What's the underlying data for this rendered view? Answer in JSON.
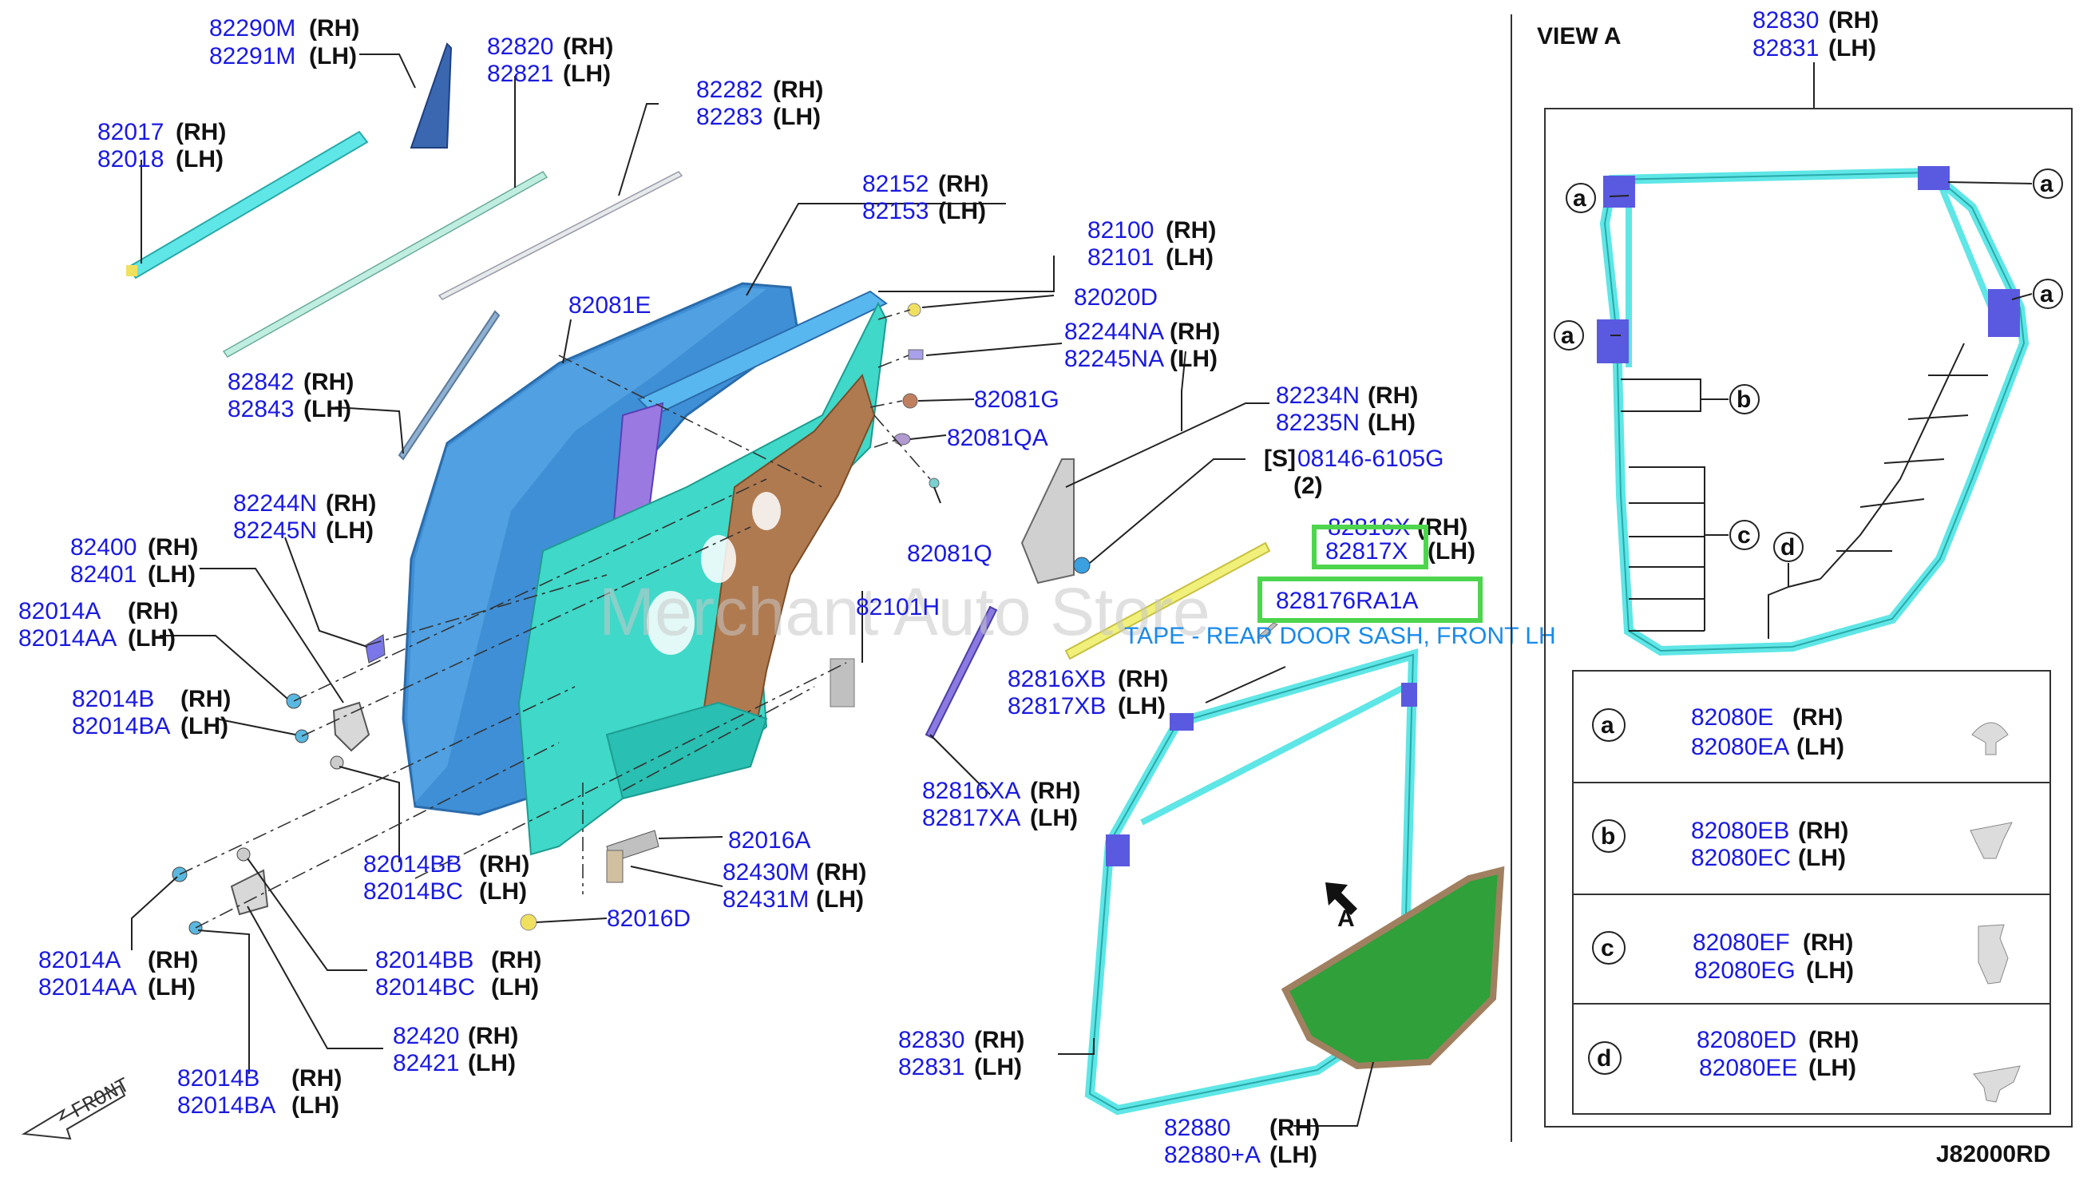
{
  "diagram": {
    "view_title": "VIEW A",
    "drawing_code": "J82000RD",
    "front_label": "FRONT",
    "view_arrow_letter": "A",
    "watermark": "Merchant Auto Store",
    "caption": "TAPE - REAR DOOR SASH, FRONT LH",
    "callouts": [
      {
        "id": "c1",
        "parts": [
          "82290M",
          "82291M"
        ],
        "sides": [
          "(RH)",
          "(LH)"
        ]
      },
      {
        "id": "c2",
        "parts": [
          "82820",
          "82821"
        ],
        "sides": [
          "(RH)",
          "(LH)"
        ]
      },
      {
        "id": "c3",
        "parts": [
          "82282",
          "82283"
        ],
        "sides": [
          "(RH)",
          "(LH)"
        ]
      },
      {
        "id": "c4",
        "parts": [
          "82017",
          "82018"
        ],
        "sides": [
          "(RH)",
          "(LH)"
        ]
      },
      {
        "id": "c5",
        "parts": [
          "82152",
          "82153"
        ],
        "sides": [
          "(RH)",
          "(LH)"
        ]
      },
      {
        "id": "c6",
        "parts": [
          "82100",
          "82101"
        ],
        "sides": [
          "(RH)",
          "(LH)"
        ]
      },
      {
        "id": "c7",
        "parts": [
          "82081E"
        ],
        "sides": []
      },
      {
        "id": "c8",
        "parts": [
          "82020D"
        ],
        "sides": []
      },
      {
        "id": "c9",
        "parts": [
          "82244NA",
          "82245NA"
        ],
        "sides": [
          "(RH)",
          "(LH)"
        ]
      },
      {
        "id": "c10",
        "parts": [
          "82842",
          "82843"
        ],
        "sides": [
          "(RH)",
          "(LH)"
        ]
      },
      {
        "id": "c11",
        "parts": [
          "82081G"
        ],
        "sides": []
      },
      {
        "id": "c12",
        "parts": [
          "82234N",
          "82235N"
        ],
        "sides": [
          "(RH)",
          "(LH)"
        ]
      },
      {
        "id": "c13",
        "parts": [
          "82081QA"
        ],
        "sides": []
      },
      {
        "id": "c14",
        "parts": [
          "08146-6105G"
        ],
        "sides": [
          "[S]",
          "(2)"
        ]
      },
      {
        "id": "c15",
        "parts": [
          "82244N",
          "82245N"
        ],
        "sides": [
          "(RH)",
          "(LH)"
        ]
      },
      {
        "id": "c16",
        "parts": [
          "82816X",
          "82817X"
        ],
        "sides": [
          "(RH)",
          "(LH)"
        ]
      },
      {
        "id": "c17",
        "parts": [
          "82400",
          "82401"
        ],
        "sides": [
          "(RH)",
          "(LH)"
        ]
      },
      {
        "id": "c18",
        "parts": [
          "82081Q"
        ],
        "sides": []
      },
      {
        "id": "c19",
        "parts": [
          "828176RA1A"
        ],
        "sides": []
      },
      {
        "id": "c20",
        "parts": [
          "82014A",
          "82014AA"
        ],
        "sides": [
          "(RH)",
          "(LH)"
        ]
      },
      {
        "id": "c21",
        "parts": [
          "82101H"
        ],
        "sides": []
      },
      {
        "id": "c22",
        "parts": [
          "82816XB",
          "82817XB"
        ],
        "sides": [
          "(RH)",
          "(LH)"
        ]
      },
      {
        "id": "c23",
        "parts": [
          "82014B",
          "82014BA"
        ],
        "sides": [
          "(RH)",
          "(LH)"
        ]
      },
      {
        "id": "c24",
        "parts": [
          "82816XA",
          "82817XA"
        ],
        "sides": [
          "(RH)",
          "(LH)"
        ]
      },
      {
        "id": "c25",
        "parts": [
          "82014BB",
          "82014BC"
        ],
        "sides": [
          "(RH)",
          "(LH)"
        ]
      },
      {
        "id": "c26",
        "parts": [
          "82016A"
        ],
        "sides": []
      },
      {
        "id": "c27",
        "parts": [
          "82430M",
          "82431M"
        ],
        "sides": [
          "(RH)",
          "(LH)"
        ]
      },
      {
        "id": "c28",
        "parts": [
          "82016D"
        ],
        "sides": []
      },
      {
        "id": "c29",
        "parts": [
          "82014A",
          "82014AA"
        ],
        "sides": [
          "(RH)",
          "(LH)"
        ]
      },
      {
        "id": "c30",
        "parts": [
          "82014BB",
          "82014BC"
        ],
        "sides": [
          "(RH)",
          "(LH)"
        ]
      },
      {
        "id": "c31",
        "parts": [
          "82420",
          "82421"
        ],
        "sides": [
          "(RH)",
          "(LH)"
        ]
      },
      {
        "id": "c32",
        "parts": [
          "82830",
          "82831"
        ],
        "sides": [
          "(RH)",
          "(LH)"
        ]
      },
      {
        "id": "c33",
        "parts": [
          "82014B",
          "82014BA"
        ],
        "sides": [
          "(RH)",
          "(LH)"
        ]
      },
      {
        "id": "c34",
        "parts": [
          "82880",
          "82880+A"
        ],
        "sides": [
          "(RH)",
          "(LH)"
        ]
      },
      {
        "id": "c35",
        "parts": [
          "82830",
          "82831"
        ],
        "sides": [
          "(RH)",
          "(LH)"
        ]
      }
    ],
    "view_markers": [
      "a",
      "a",
      "a",
      "a",
      "b",
      "c",
      "d"
    ],
    "legend": [
      {
        "letter": "a",
        "parts": [
          "82080E",
          "82080EA"
        ],
        "sides": [
          "(RH)",
          "(LH)"
        ]
      },
      {
        "letter": "b",
        "parts": [
          "82080EB",
          "82080EC"
        ],
        "sides": [
          "(RH)",
          "(LH)"
        ]
      },
      {
        "letter": "c",
        "parts": [
          "82080EF",
          "82080EG"
        ],
        "sides": [
          "(RH)",
          "(LH)"
        ]
      },
      {
        "letter": "d",
        "parts": [
          "82080ED",
          "82080EE"
        ],
        "sides": [
          "(RH)",
          "(LH)"
        ]
      }
    ],
    "colors": {
      "part_number": "#1a1ae0",
      "highlight": "#4dd54d",
      "caption": "#1a8ae8",
      "door_panel": "#3f8fd6",
      "inner_frame": "#40d8c8",
      "reinforcement": "#b07a50",
      "weatherstrip": "#5fe6e6",
      "clip": "#5a5ae0",
      "sealing_screen": "#2fa03a",
      "tape": "#f0f07a"
    }
  }
}
